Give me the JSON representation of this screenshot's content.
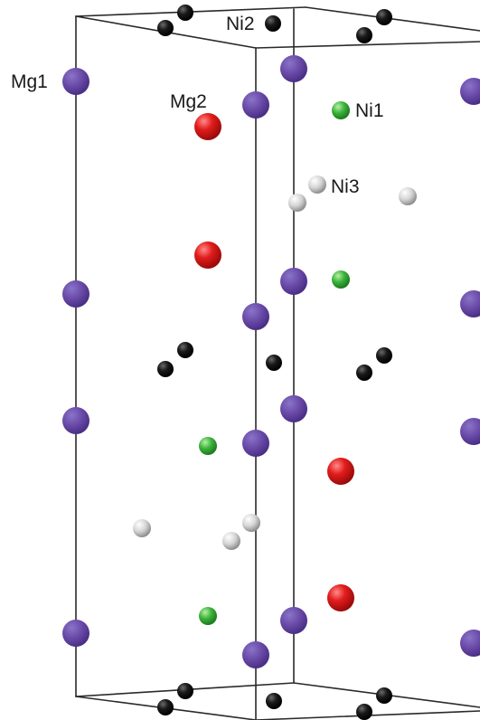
{
  "labels": {
    "mg1": "Mg1",
    "mg2": "Mg2",
    "ni1": "Ni1",
    "ni2": "Ni2",
    "ni3": "Ni3"
  },
  "colors": {
    "background": "#ffffff",
    "cell_edge": "#2a2a2a",
    "mg": "#6a4aa8",
    "ni_green": "#3cb43c",
    "ni_black": "#111111",
    "ni_white": "#c8c8c8",
    "red": "#d81e1e"
  }
}
